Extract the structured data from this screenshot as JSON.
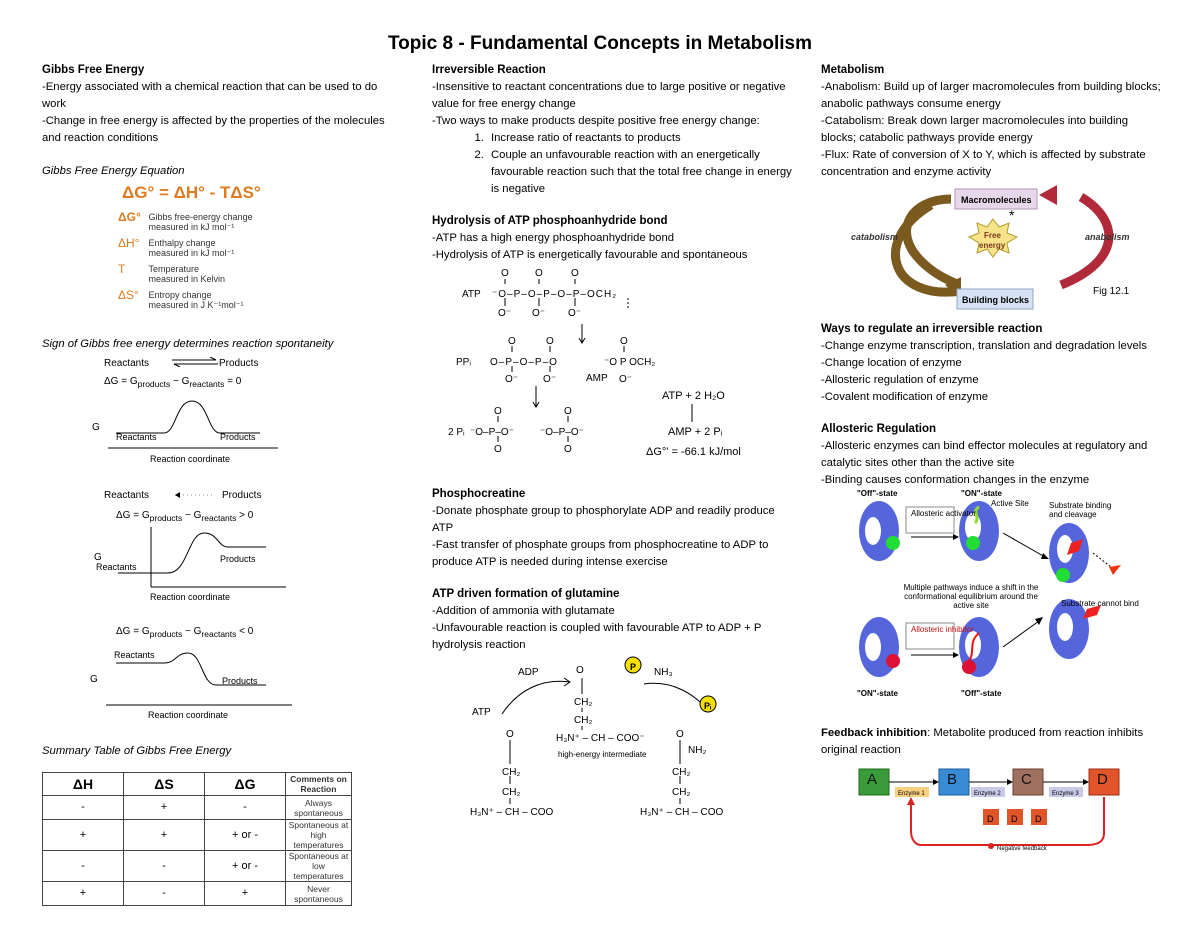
{
  "title": "Topic 8 - Fundamental Concepts in Metabolism",
  "col1": {
    "heading": "Gibbs Free Energy",
    "bullets": [
      "-Energy associated with a chemical reaction that can be used to do work",
      "-Change in free energy is affected by the properties of the molecules and reaction conditions"
    ],
    "eq_caption": "Gibbs Free Energy Equation",
    "equation": "ΔG° = ΔH° - TΔS°",
    "eq_terms": [
      {
        "sym": "ΔG°",
        "desc1": "Gibbs free-energy change",
        "desc2": "measured in kJ mol⁻¹"
      },
      {
        "sym": "ΔH°",
        "desc1": "Enthalpy change",
        "desc2": "measured in kJ mol⁻¹"
      },
      {
        "sym": "T",
        "desc1": "Temperature",
        "desc2": "measured in Kelvin"
      },
      {
        "sym": "ΔS°",
        "desc1": "Entropy change",
        "desc2": "measured in J K⁻¹mol⁻¹"
      }
    ],
    "sign_caption": "Sign of Gibbs free energy determines reaction spontaneity",
    "diagrams": {
      "reactants": "Reactants",
      "products": "Products",
      "eq_zero": "ΔG = G",
      "sub_products": "products",
      "minus_g": " − G",
      "sub_reactants": "reactants",
      "cmp_zero": " = 0",
      "cmp_pos": " > 0",
      "cmp_neg": " < 0",
      "g": "G",
      "coord": "Reaction coordinate"
    },
    "table_caption": "Summary Table of Gibbs Free Energy",
    "table": {
      "headers": [
        "ΔH",
        "ΔS",
        "ΔG",
        "Comments on Reaction"
      ],
      "rows": [
        [
          "-",
          "+",
          "-",
          "Always spontaneous"
        ],
        [
          "+",
          "+",
          "+ or -",
          "Spontaneous at high temperatures"
        ],
        [
          "-",
          "-",
          "+ or -",
          "Spontaneous at low temperatures"
        ],
        [
          "+",
          "-",
          "+",
          "Never spontaneous"
        ]
      ]
    }
  },
  "col2": {
    "irr_heading": "Irreversible Reaction",
    "irr_bullets": [
      "-Insensitive to reactant concentrations due to large positive or negative value for free energy change",
      "-Two ways to make products despite positive free energy change:"
    ],
    "irr_list": [
      "Increase ratio of reactants to products",
      "Couple an unfavourable reaction with an energetically favourable reaction such that the total free change in energy is negative"
    ],
    "atp_heading": "Hydrolysis of ATP phosphoanhydride bond",
    "atp_bullets": [
      "-ATP has a high energy phosphoanhydride bond",
      "-Hydrolysis of ATP is energetically favourable and spontaneous"
    ],
    "atp_fig": {
      "atp": "ATP",
      "chain": "⁻O–P–O–P–O–P–OCH₂",
      "ppi": "PPᵢ",
      "ppi_chain": "O–P–O–P–O",
      "amp": "AMP",
      "amp_chain": "⁻O  P  OCH₂",
      "two_pi": "2 Pᵢ",
      "pi_one": "⁻O–P–O⁻",
      "pi_two": "⁻O–P–O⁻",
      "rxn1": "ATP + 2 H₂O",
      "rxn2": "AMP + 2 Pᵢ",
      "dg": "ΔG°' = -66.1 kJ/mol"
    },
    "pcr_heading": "Phosphocreatine",
    "pcr_bullets": [
      "-Donate phosphate group to phosphorylate ADP and readily produce ATP",
      "-Fast transfer of phosphate groups from phosphocreatine to ADP to produce ATP is needed during intense exercise"
    ],
    "gln_heading": "ATP driven formation of glutamine",
    "gln_bullets": [
      "-Addition of ammonia with glutamate",
      "-Unfavourable reaction is coupled with favourable ATP to ADP + P hydrolysis reaction"
    ],
    "gln_fig": {
      "adp": "ADP",
      "atp": "ATP",
      "p": "P",
      "pi": "Pᵢ",
      "nh3": "NH₃",
      "intermediate": "high-energy intermediate",
      "h3n": "H₃N⁺ – CH – COO⁻",
      "h3n2": "H₃N⁺ – CH – COO",
      "ch2": "CH₂",
      "nh2": "NH₂",
      "o": "O"
    }
  },
  "col3": {
    "met_heading": "Metabolism",
    "met_bullets": [
      "-Anabolism: Build up of larger macromolecules from building blocks; anabolic pathways consume energy",
      "-Catabolism: Break down larger macromolecules into building blocks; catabolic pathways provide energy",
      "-Flux: Rate of conversion of X to Y, which is affected by substrate concentration and enzyme activity"
    ],
    "cycle": {
      "macro": "Macromolecules",
      "blocks": "Building blocks",
      "free1": "Free",
      "free2": "energy",
      "catabolism": "catabolism",
      "anabolism": "anabolism",
      "fig": "Fig 12.1"
    },
    "reg_heading": "Ways to regulate an irreversible reaction",
    "reg_bullets": [
      "-Change enzyme transcription, translation and degradation levels",
      "-Change location of enzyme",
      "-Allosteric regulation of enzyme",
      "-Covalent modification of enzyme"
    ],
    "allo_heading": "Allosteric Regulation",
    "allo_bullets": [
      "-Allosteric enzymes can bind effector molecules at regulatory and catalytic sites other than the active site",
      "-Binding causes conformation changes in the enzyme"
    ],
    "allo_fig": {
      "off_state": "\"Off\"-state",
      "on_state": "\"ON\"-state",
      "activator": "Allosteric activator",
      "active_site": "Active Site",
      "binding": "Substrate binding and cleavage",
      "multiple": "Multiple pathways induce a shift in the conformational equilibrium around the active site",
      "inhibitor": "Allosteric inhibitor",
      "cannot": "Substrate cannot bind",
      "on_state2": "\"ON\"-state",
      "off_state2": "\"Off\"-state"
    },
    "fb_heading": "Feedback inhibition",
    "fb_text": ": Metabolite produced from reaction inhibits original reaction",
    "fb_fig": {
      "a": "A",
      "b": "B",
      "c": "C",
      "d": "D",
      "e1": "Enzyme 1",
      "e2": "Enzyme 2",
      "e3": "Enzyme 3",
      "neg": "Negative feedback"
    }
  },
  "colors": {
    "orange": "#e07a1f",
    "catabolism": "#7a5a1e",
    "anabolism": "#b02a3a",
    "box_a": "#3a9b3a",
    "box_b": "#3a8bd6",
    "box_c": "#a07060",
    "box_d": "#e0552a"
  }
}
